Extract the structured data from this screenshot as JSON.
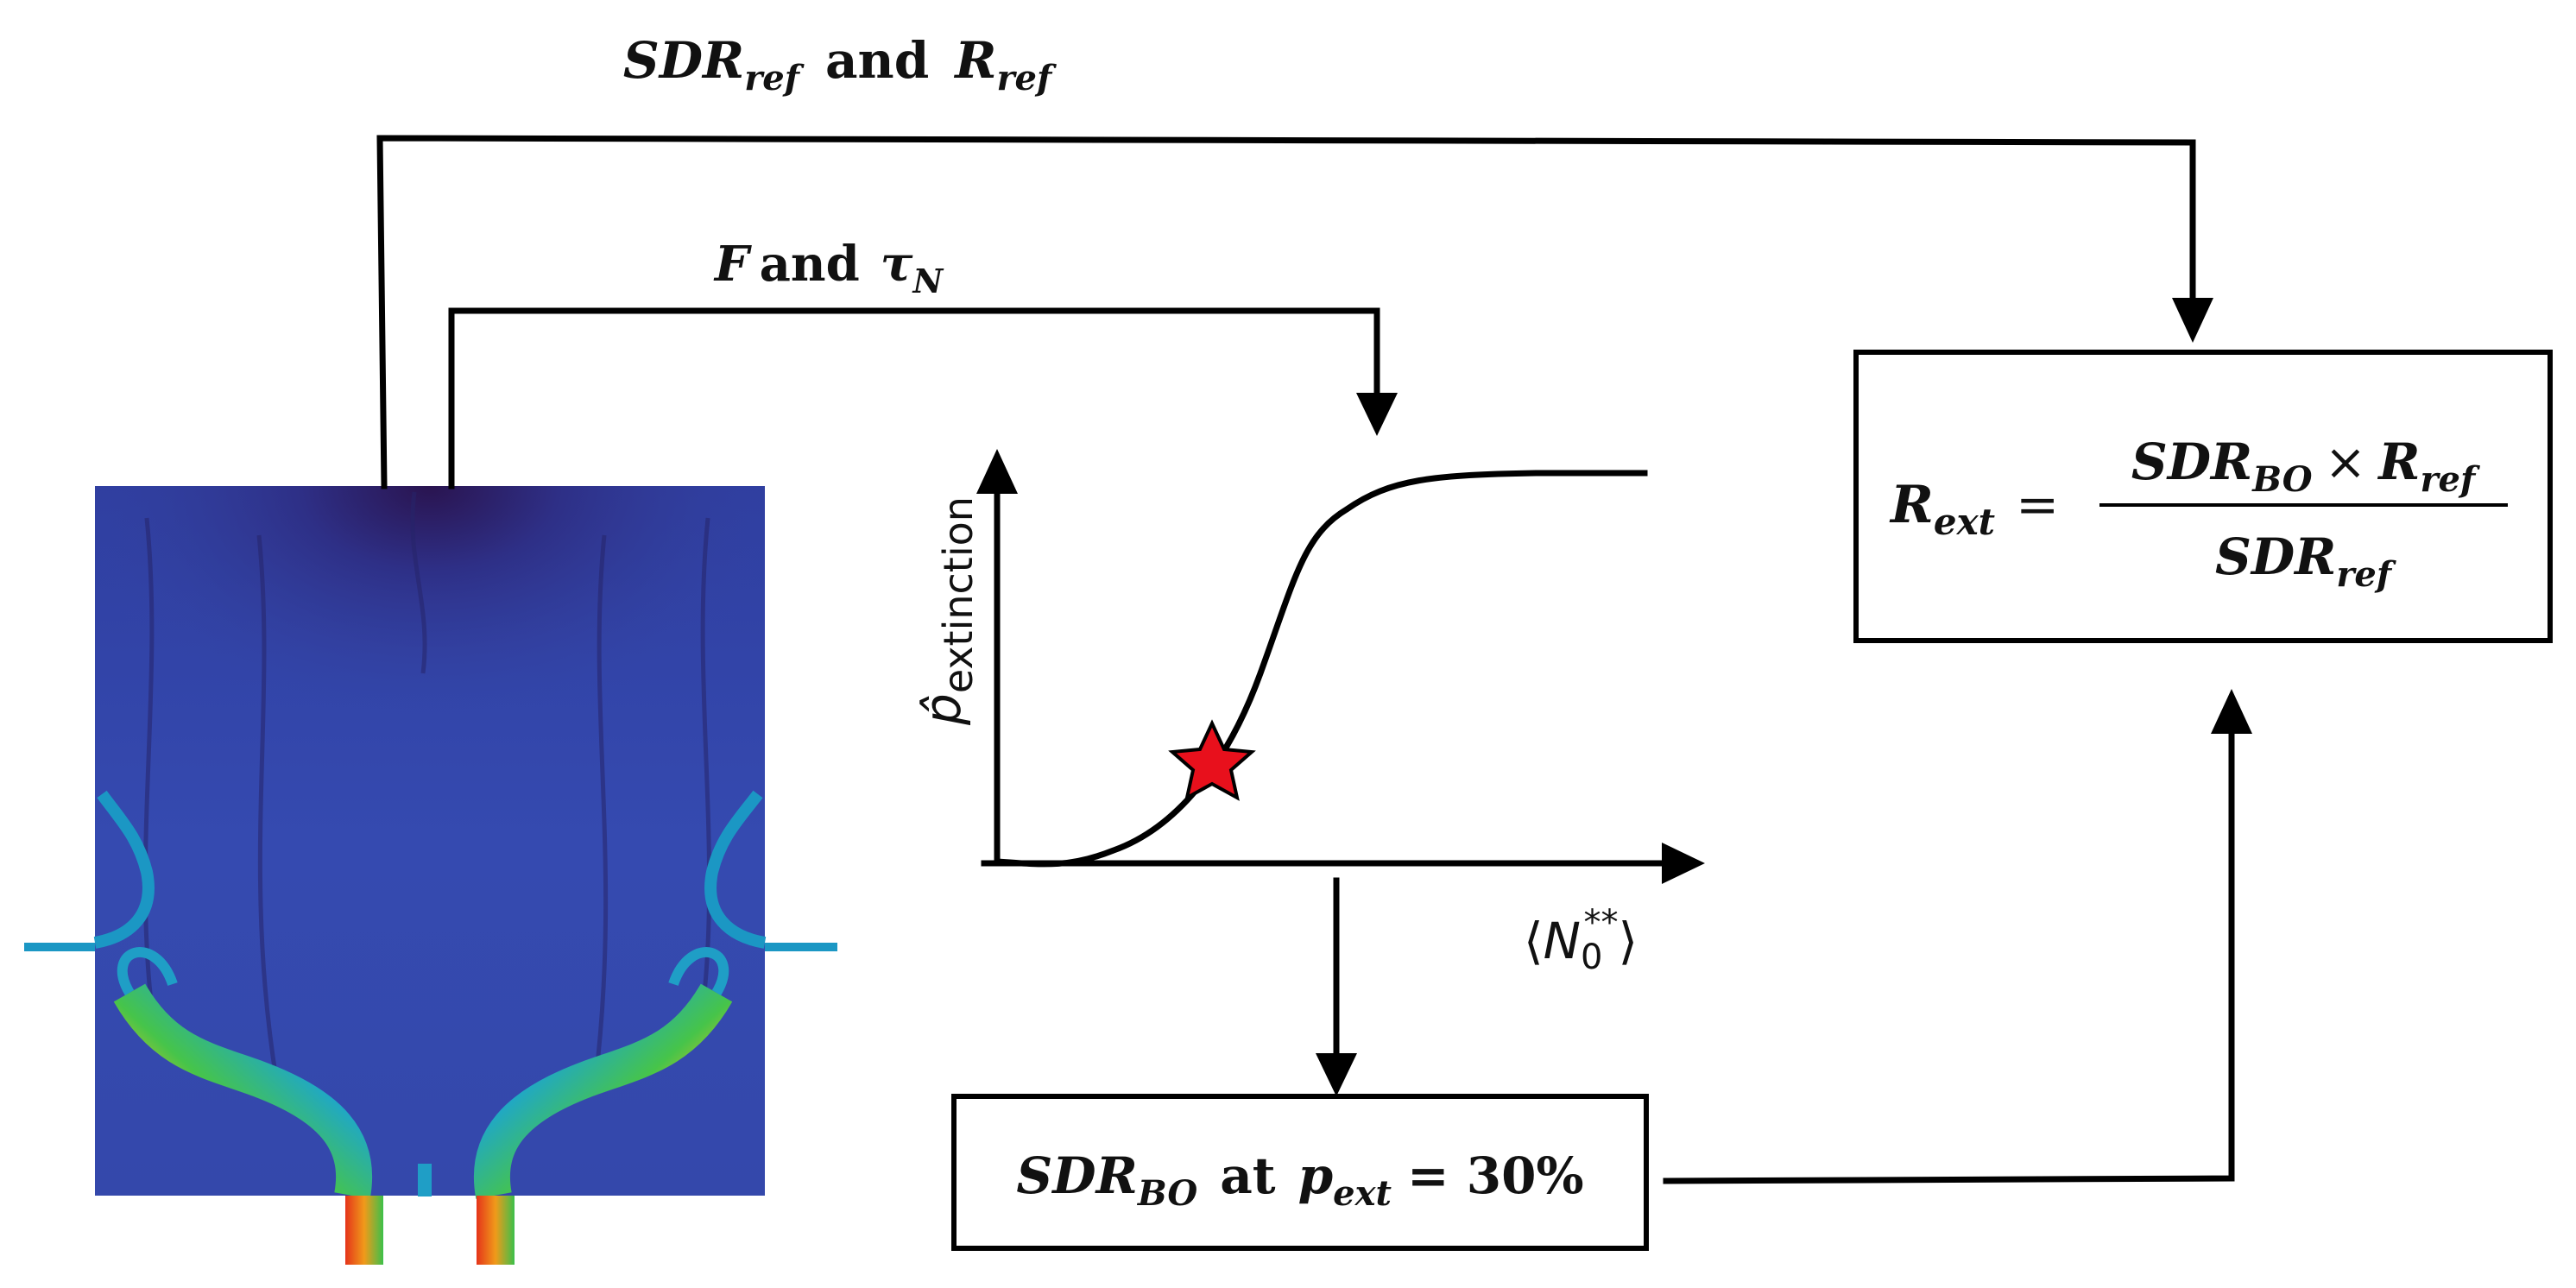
{
  "labels": {
    "top_label": {
      "var": "SDR",
      "sub": "ref",
      "mid": "and",
      "var2": "R",
      "sub2": "ref"
    },
    "inner_label": {
      "var": "F",
      "mid": "and",
      "var2": "τ",
      "sub2": "N"
    },
    "formula": {
      "lhs": "R",
      "lhs_sub": "ext",
      "eq": "=",
      "num_var": "SDR",
      "num_sub": "BO",
      "times": "×",
      "num_var2": "R",
      "num_sub2": "ref",
      "den_var": "SDR",
      "den_sub": "ref"
    },
    "bottom_box": {
      "var": "SDR",
      "sub": "BO",
      "mid": "at",
      "p": "p",
      "p_sub": "ext",
      "rest": "= 30%"
    }
  },
  "plot": {
    "y_axis_label": {
      "main": "p̂",
      "sub": "extinction"
    },
    "x_axis_label": {
      "open": "⟨",
      "var": "N",
      "sub": "0",
      "sup": "**",
      "close": "⟩"
    },
    "curve": "sigmoid",
    "marker": "red-star"
  },
  "colors": {
    "field_dark": "#2b1a5c",
    "field_base": "#3648a8",
    "jet_cyan": "#1f9ec6",
    "jet_hot": "#e53a1a",
    "jet_yellow": "#f2d21a",
    "jet_green": "#3cc04a",
    "star": "#e8101c"
  }
}
